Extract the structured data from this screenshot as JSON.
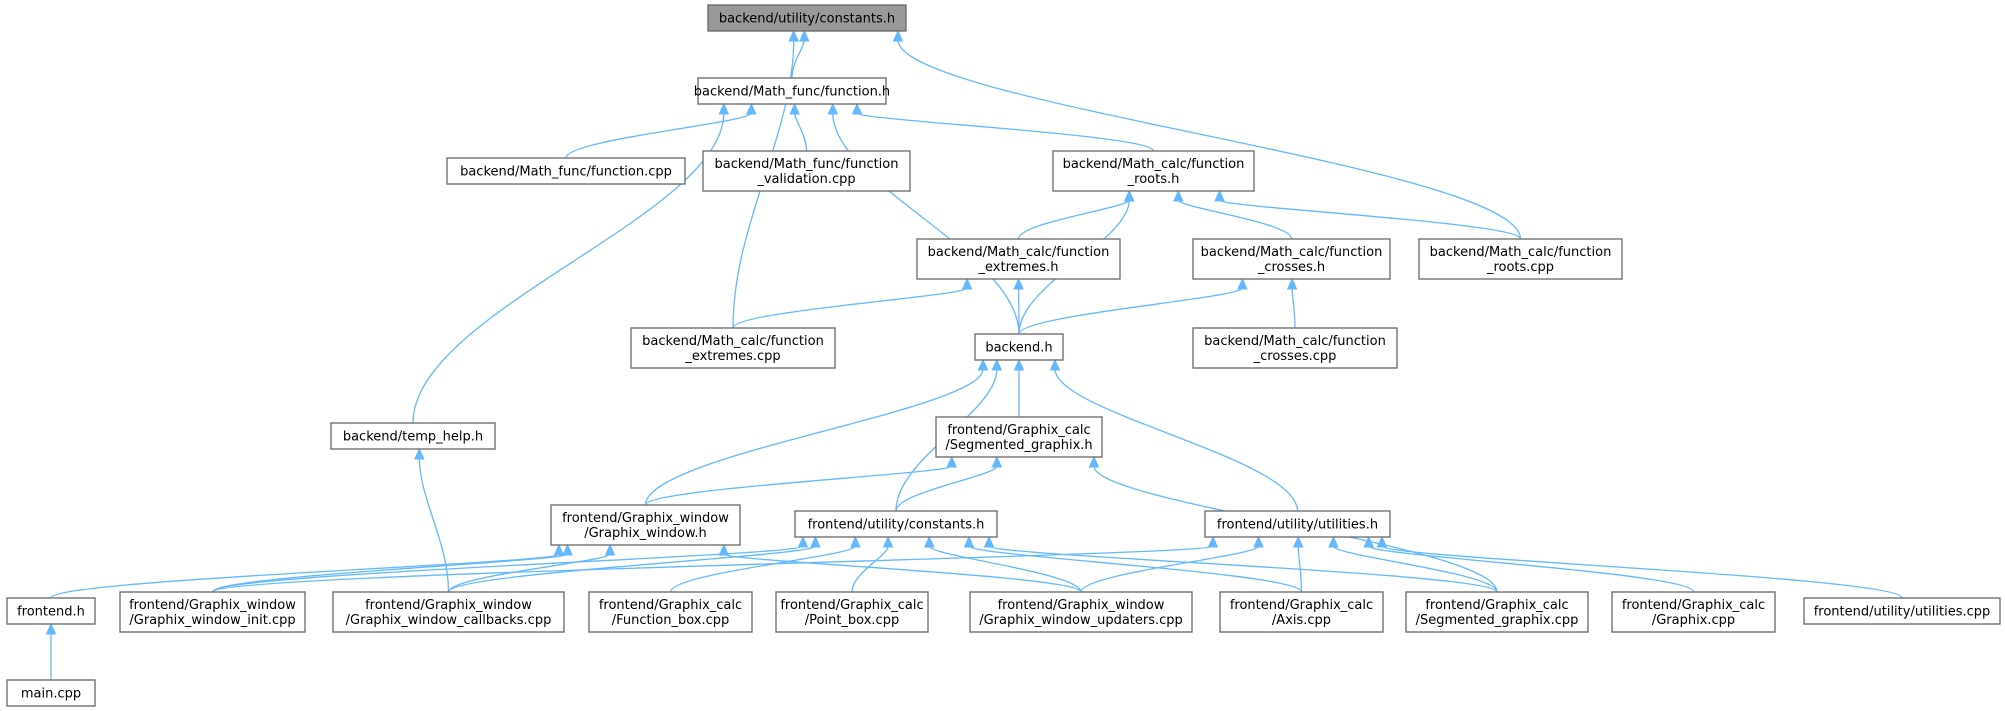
{
  "graph": {
    "edge_color": "#63b8ff",
    "node_border_color": "#666666",
    "root_fill_color": "#999999",
    "nodes": [
      {
        "id": "constants_h",
        "lines": [
          "backend/utility/constants.h"
        ],
        "root": true
      },
      {
        "id": "function_h",
        "lines": [
          "backend/Math_func/function.h"
        ]
      },
      {
        "id": "function_cpp",
        "lines": [
          "backend/Math_func/function.cpp"
        ]
      },
      {
        "id": "function_validation_cpp",
        "lines": [
          "backend/Math_func/function",
          "_validation.cpp"
        ]
      },
      {
        "id": "function_roots_h",
        "lines": [
          "backend/Math_calc/function",
          "_roots.h"
        ]
      },
      {
        "id": "function_extremes_h",
        "lines": [
          "backend/Math_calc/function",
          "_extremes.h"
        ]
      },
      {
        "id": "function_crosses_h",
        "lines": [
          "backend/Math_calc/function",
          "_crosses.h"
        ]
      },
      {
        "id": "function_roots_cpp",
        "lines": [
          "backend/Math_calc/function",
          "_roots.cpp"
        ]
      },
      {
        "id": "function_extremes_cpp",
        "lines": [
          "backend/Math_calc/function",
          "_extremes.cpp"
        ]
      },
      {
        "id": "backend_h",
        "lines": [
          "backend.h"
        ]
      },
      {
        "id": "function_crosses_cpp",
        "lines": [
          "backend/Math_calc/function",
          "_crosses.cpp"
        ]
      },
      {
        "id": "temp_help_h",
        "lines": [
          "backend/temp_help.h"
        ]
      },
      {
        "id": "segmented_graphix_h",
        "lines": [
          "frontend/Graphix_calc",
          "/Segmented_graphix.h"
        ]
      },
      {
        "id": "graphix_window_h",
        "lines": [
          "frontend/Graphix_window",
          "/Graphix_window.h"
        ]
      },
      {
        "id": "fe_constants_h",
        "lines": [
          "frontend/utility/constants.h"
        ]
      },
      {
        "id": "utilities_h",
        "lines": [
          "frontend/utility/utilities.h"
        ]
      },
      {
        "id": "frontend_h",
        "lines": [
          "frontend.h"
        ]
      },
      {
        "id": "gw_init_cpp",
        "lines": [
          "frontend/Graphix_window",
          "/Graphix_window_init.cpp"
        ]
      },
      {
        "id": "gw_callbacks_cpp",
        "lines": [
          "frontend/Graphix_window",
          "/Graphix_window_callbacks.cpp"
        ]
      },
      {
        "id": "function_box_cpp",
        "lines": [
          "frontend/Graphix_calc",
          "/Function_box.cpp"
        ]
      },
      {
        "id": "point_box_cpp",
        "lines": [
          "frontend/Graphix_calc",
          "/Point_box.cpp"
        ]
      },
      {
        "id": "gw_updaters_cpp",
        "lines": [
          "frontend/Graphix_window",
          "/Graphix_window_updaters.cpp"
        ]
      },
      {
        "id": "axis_cpp",
        "lines": [
          "frontend/Graphix_calc",
          "/Axis.cpp"
        ]
      },
      {
        "id": "segmented_graphix_cpp",
        "lines": [
          "frontend/Graphix_calc",
          "/Segmented_graphix.cpp"
        ]
      },
      {
        "id": "graphix_cpp",
        "lines": [
          "frontend/Graphix_calc",
          "/Graphix.cpp"
        ]
      },
      {
        "id": "utilities_cpp",
        "lines": [
          "frontend/utility/utilities.cpp"
        ]
      },
      {
        "id": "main_cpp",
        "lines": [
          "main.cpp"
        ]
      }
    ],
    "edges": [
      {
        "from": "constants_h",
        "to": "function_h"
      },
      {
        "from": "constants_h",
        "to": "function_extremes_cpp"
      },
      {
        "from": "constants_h",
        "to": "function_roots_cpp"
      },
      {
        "from": "function_h",
        "to": "function_cpp"
      },
      {
        "from": "function_h",
        "to": "function_validation_cpp"
      },
      {
        "from": "function_h",
        "to": "function_roots_h"
      },
      {
        "from": "function_h",
        "to": "temp_help_h"
      },
      {
        "from": "function_h",
        "to": "backend_h"
      },
      {
        "from": "function_roots_h",
        "to": "function_extremes_h"
      },
      {
        "from": "function_roots_h",
        "to": "function_crosses_h"
      },
      {
        "from": "function_roots_h",
        "to": "function_roots_cpp"
      },
      {
        "from": "function_roots_h",
        "to": "backend_h"
      },
      {
        "from": "function_extremes_h",
        "to": "function_extremes_cpp"
      },
      {
        "from": "function_extremes_h",
        "to": "backend_h"
      },
      {
        "from": "function_crosses_h",
        "to": "backend_h"
      },
      {
        "from": "function_crosses_h",
        "to": "function_crosses_cpp"
      },
      {
        "from": "backend_h",
        "to": "segmented_graphix_h"
      },
      {
        "from": "backend_h",
        "to": "graphix_window_h"
      },
      {
        "from": "backend_h",
        "to": "fe_constants_h"
      },
      {
        "from": "backend_h",
        "to": "utilities_h"
      },
      {
        "from": "temp_help_h",
        "to": "gw_callbacks_cpp"
      },
      {
        "from": "segmented_graphix_h",
        "to": "graphix_window_h"
      },
      {
        "from": "segmented_graphix_h",
        "to": "fe_constants_h"
      },
      {
        "from": "segmented_graphix_h",
        "to": "segmented_graphix_cpp"
      },
      {
        "from": "graphix_window_h",
        "to": "frontend_h"
      },
      {
        "from": "graphix_window_h",
        "to": "gw_init_cpp"
      },
      {
        "from": "graphix_window_h",
        "to": "gw_callbacks_cpp"
      },
      {
        "from": "graphix_window_h",
        "to": "gw_updaters_cpp"
      },
      {
        "from": "fe_constants_h",
        "to": "gw_init_cpp"
      },
      {
        "from": "fe_constants_h",
        "to": "gw_callbacks_cpp"
      },
      {
        "from": "fe_constants_h",
        "to": "function_box_cpp"
      },
      {
        "from": "fe_constants_h",
        "to": "point_box_cpp"
      },
      {
        "from": "fe_constants_h",
        "to": "gw_updaters_cpp"
      },
      {
        "from": "fe_constants_h",
        "to": "axis_cpp"
      },
      {
        "from": "fe_constants_h",
        "to": "segmented_graphix_cpp"
      },
      {
        "from": "utilities_h",
        "to": "gw_init_cpp"
      },
      {
        "from": "utilities_h",
        "to": "gw_updaters_cpp"
      },
      {
        "from": "utilities_h",
        "to": "axis_cpp"
      },
      {
        "from": "utilities_h",
        "to": "segmented_graphix_cpp"
      },
      {
        "from": "utilities_h",
        "to": "graphix_cpp"
      },
      {
        "from": "utilities_h",
        "to": "utilities_cpp"
      },
      {
        "from": "frontend_h",
        "to": "main_cpp"
      }
    ]
  }
}
